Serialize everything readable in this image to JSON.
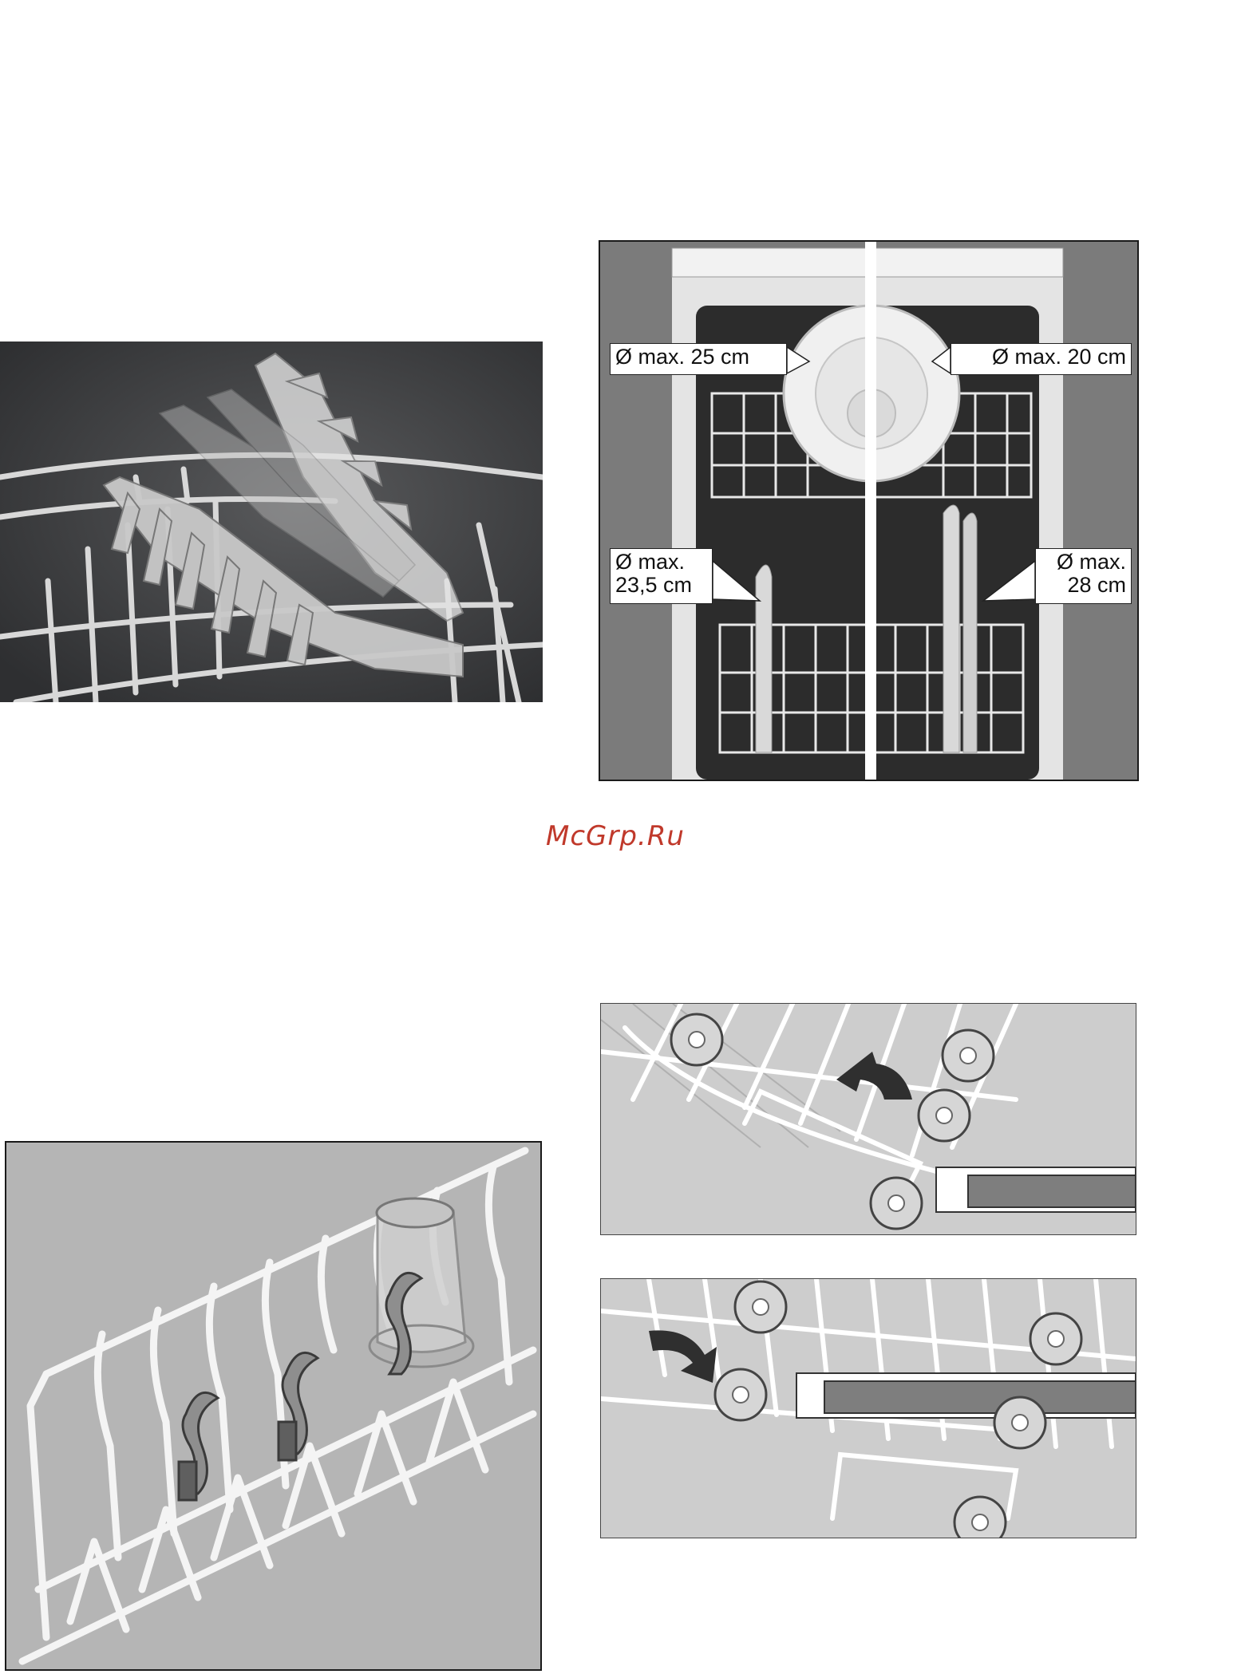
{
  "watermark": {
    "text": "McGrp.Ru",
    "color": "#c0392b"
  },
  "figures": [
    {
      "id": "rack-prongs",
      "icon": "folding-prong-rack-illustration"
    },
    {
      "id": "size-diagram",
      "icon": "dishwasher-front-view-illustration"
    },
    {
      "id": "glass-holder",
      "icon": "glass-holder-clips-illustration"
    },
    {
      "id": "rack-raise",
      "icon": "rack-wheel-raise-illustration"
    },
    {
      "id": "rack-lower",
      "icon": "rack-wheel-lower-illustration"
    }
  ],
  "size_diagram": {
    "upper_left": "Ø max.  25 cm",
    "upper_right": "Ø max.  20 cm",
    "lower_left_line1": "Ø max.",
    "lower_left_line2": "23,5 cm",
    "lower_right_line1": "Ø max.",
    "lower_right_line2": "28 cm"
  }
}
